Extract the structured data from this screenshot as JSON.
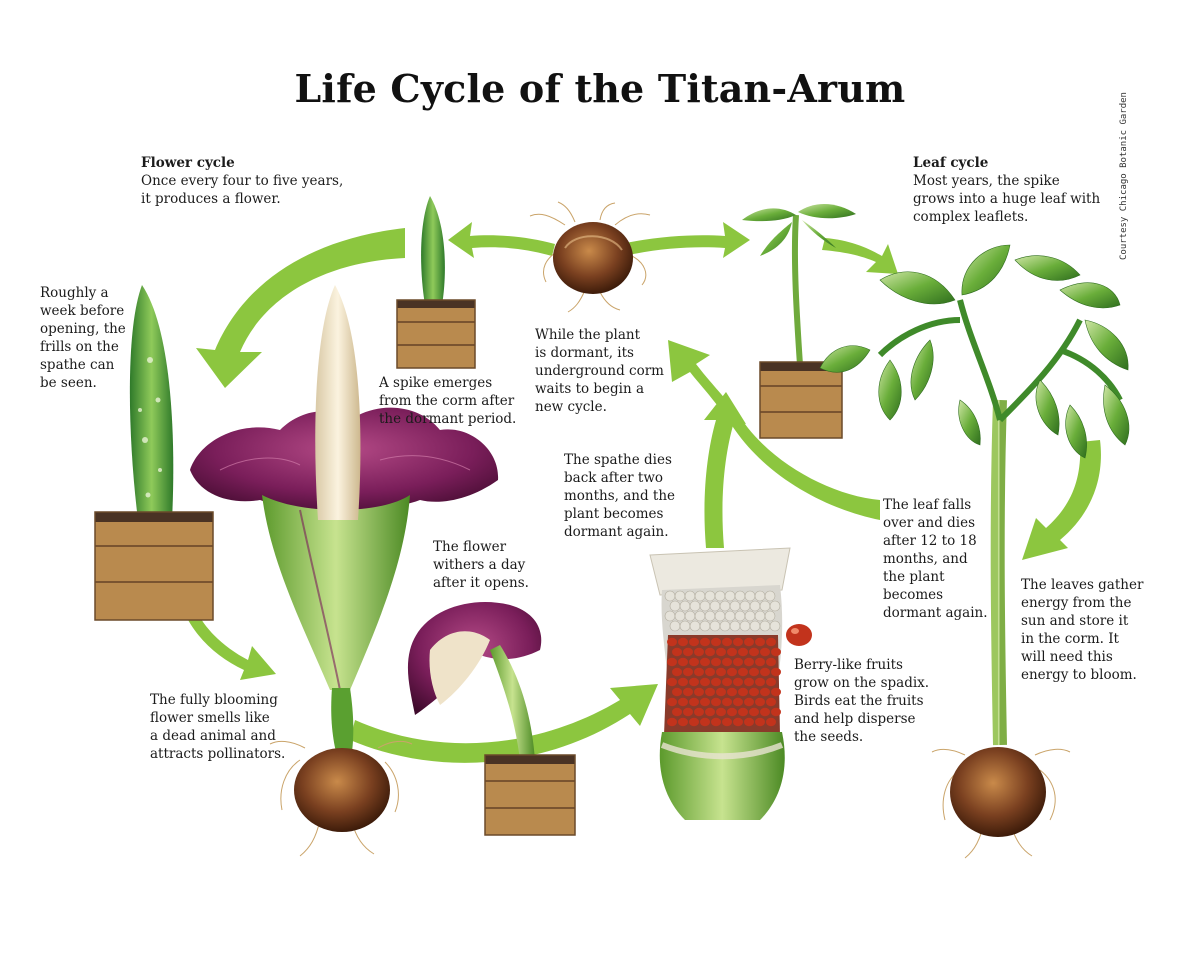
{
  "title": "Life Cycle of the Titan-Arum",
  "credit": "Courtesy Chicago Botanic Garden",
  "labels": {
    "flower_cycle_heading": "Flower cycle",
    "flower_cycle_text": [
      "Once every four to five years,",
      "it produces a flower."
    ],
    "leaf_cycle_heading": "Leaf cycle",
    "leaf_cycle_text": [
      "Most years, the spike",
      "grows into a huge leaf with",
      "complex leaflets."
    ],
    "week_before": [
      "Roughly a",
      "week before",
      "opening, the",
      "frills on the",
      "spathe can",
      "be seen."
    ],
    "spike_emerges": [
      "A spike emerges",
      "from the corm after",
      "the dormant period."
    ],
    "dormant_corm": [
      "While the plant",
      "is dormant, its",
      "underground corm",
      "waits to begin a",
      "new cycle."
    ],
    "spathe_dies": [
      "The spathe dies",
      "back after two",
      "months, and the",
      "plant becomes",
      "dormant again."
    ],
    "leaf_falls": [
      "The leaf falls",
      "over and dies",
      "after 12 to 18",
      "months, and",
      "the plant",
      "becomes",
      "dormant again."
    ],
    "flower_withers": [
      "The flower",
      "withers a day",
      "after it opens."
    ],
    "berry_fruits": [
      "Berry-like fruits",
      "grow on the spadix.",
      "Birds eat the fruits",
      "and help disperse",
      "the seeds."
    ],
    "leaves_gather": [
      "The leaves gather",
      "energy from the",
      "sun and store it",
      "in the corm. It",
      "will need this",
      "energy to bloom."
    ],
    "fully_blooming": [
      "The fully blooming",
      "flower smells like",
      "a dead animal and",
      "attracts pollinators."
    ]
  },
  "colors": {
    "arrow_green": "#8cc63f",
    "leaf_green": "#4e9a2c",
    "light_leaf": "#b7d98a",
    "spathe_purple": "#7a1e5a",
    "spadix_cream": "#efe3c9",
    "crate_wood": "#b98a4e",
    "corm_brown": "#6b3a1c",
    "fruit_red": "#c2331c"
  },
  "icons": [
    "corm-with-roots-icon",
    "wooden-crate-icon",
    "leaf-plant-icon",
    "titan-flower-icon",
    "fruiting-spadix-icon",
    "cycle-arrow-icon"
  ]
}
